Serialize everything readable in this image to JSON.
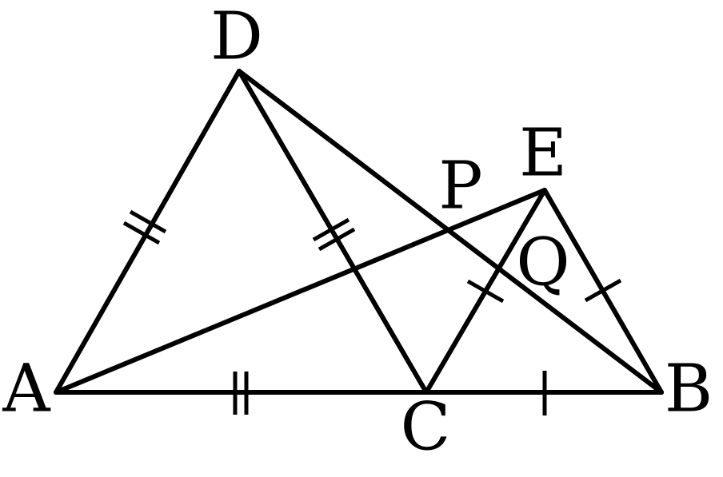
{
  "labels": {
    "A": "A",
    "B": "B",
    "C": "C",
    "D": "D",
    "E": "E",
    "P": "P",
    "Q": "Q"
  },
  "colors": {
    "stroke": "#000000",
    "label": "#000000",
    "background": "#ffffff"
  }
}
